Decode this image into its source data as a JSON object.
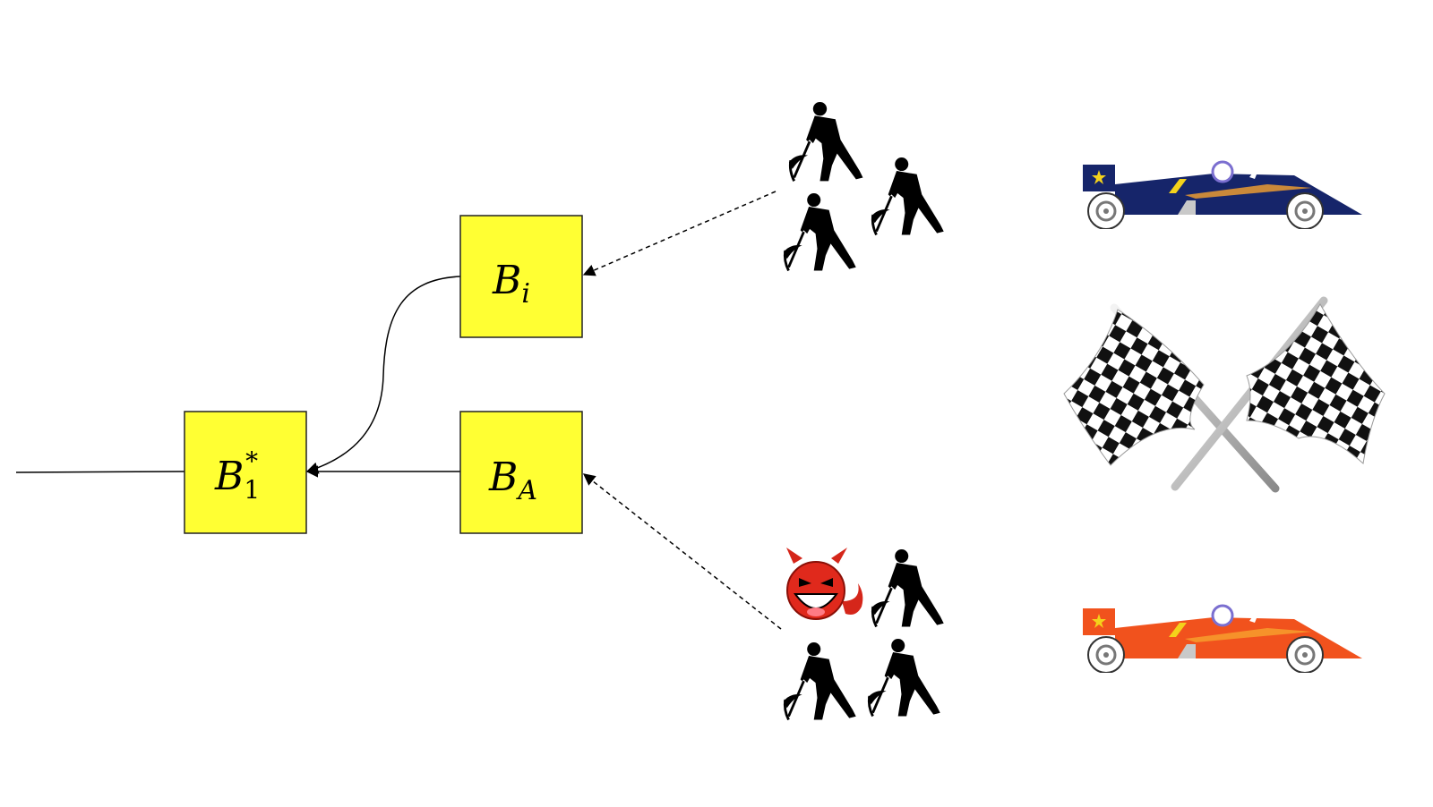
{
  "blocks": {
    "b1": {
      "main": "B",
      "sub": "1",
      "sup": "*"
    },
    "bi": {
      "main": "B",
      "sub": "i"
    },
    "ba": {
      "main": "B",
      "sub": "A"
    }
  },
  "colors": {
    "block_fill": "#ffff33",
    "block_stroke": "#222222",
    "car_top": "#16256a",
    "car_bottom": "#f1521d",
    "devil": "#e0291c"
  },
  "icons": {
    "honest_miners": "miner-icon",
    "attacker": "devil-icon",
    "cars": "race-car-icon",
    "finish": "checkered-flags-icon"
  }
}
